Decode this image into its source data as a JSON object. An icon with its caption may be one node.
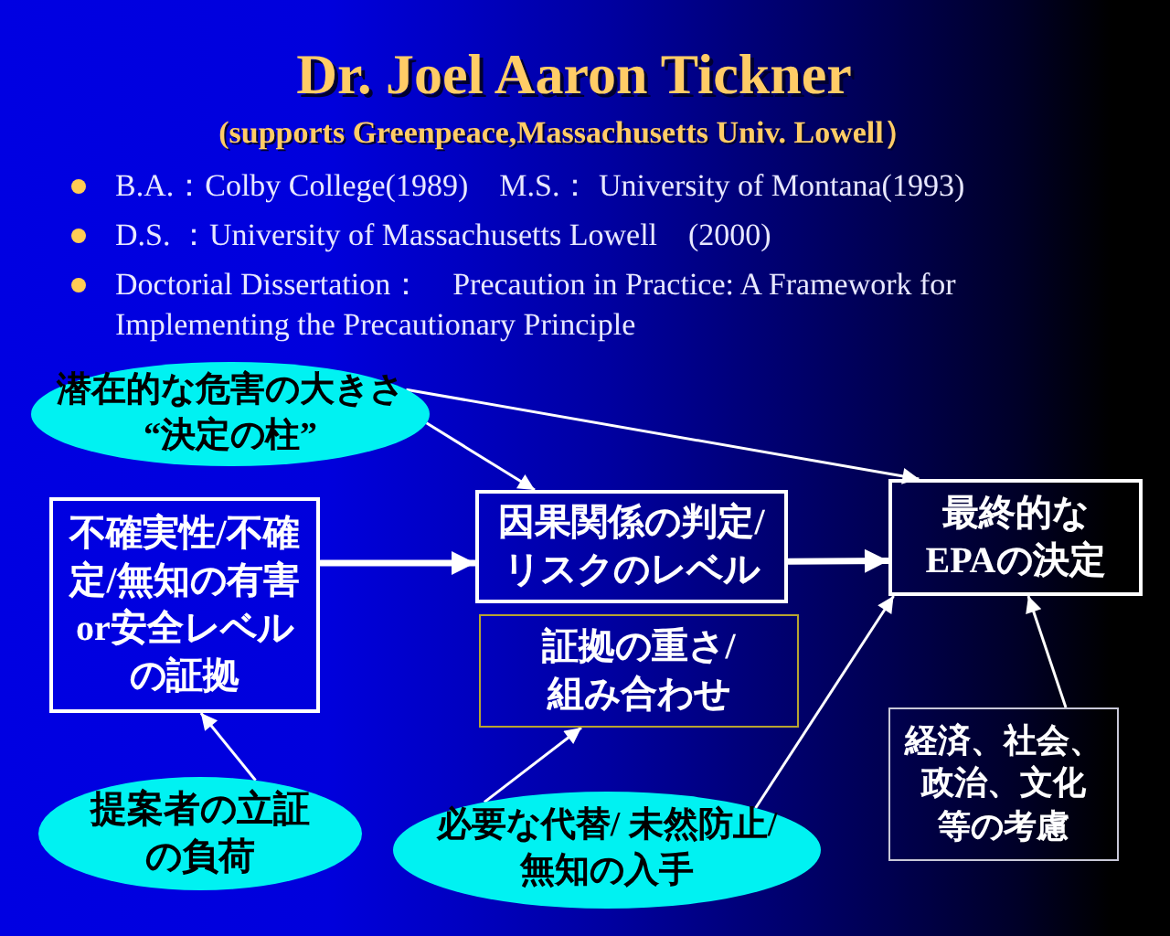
{
  "diagram": {
    "title": "Dr. Joel Aaron Tickner",
    "nodes": [
      {
        "text": [
          "潜在的な危害の大きさ“決定の柱”"
        ]
      },
      {
        "text": [
          "不確実性/不確定/無知の有害or安全レベルの証拠"
        ]
      },
      {
        "text": [
          "因果関係の判定/リスクのレベル"
        ]
      },
      {
        "text": [
          "最終的なEPAの決定"
        ]
      },
      {
        "text": [
          "証拠の重さ/組み合わせ"
        ]
      },
      {
        "text": [
          "経済、社会、政治、文化等の考慮"
        ]
      },
      {
        "text": [
          "提案者の立証の負荷"
        ]
      },
      {
        "text": [
          "必要な代替/ 未然防止/無知の入手"
        ]
      }
    ],
    "edges": [
      {
        "from": 0,
        "to": 2,
        "arrow": "to"
      },
      {
        "from": 0,
        "to": 3,
        "arrow": "to"
      },
      {
        "from": 1,
        "to": 2,
        "arrow": "to",
        "style": "thick"
      },
      {
        "from": 2,
        "to": 3,
        "arrow": "to",
        "style": "thick"
      },
      {
        "from": 6,
        "to": 1,
        "arrow": "to"
      },
      {
        "from": 7,
        "to": 4,
        "arrow": "to"
      },
      {
        "from": 7,
        "to": 3,
        "arrow": "to"
      },
      {
        "from": 5,
        "to": 3,
        "arrow": "to"
      }
    ],
    "labels": [
      "(supports Greenpeace,Massachusetts Univ. Lowell）",
      "B.A.：Colby College(1989)　M.S.： University of Montana(1993)",
      "D.S. ：University of Massachusetts Lowell　(2000)",
      "Doctorial Dissertation：　Precaution in Practice: A Framework for Implementing the Precautionary Principle"
    ]
  }
}
